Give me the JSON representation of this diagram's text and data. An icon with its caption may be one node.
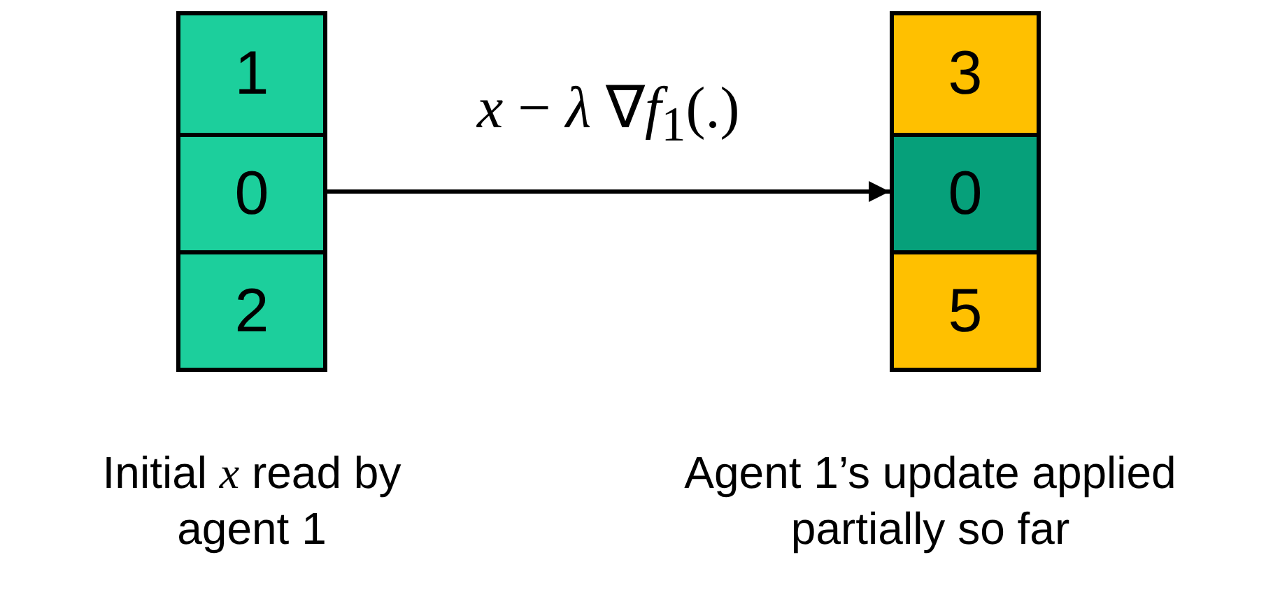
{
  "diagram": {
    "nodes": [
      {
        "text": [],
        "shape": "box",
        "beside": [
          "Initial *x* read by agent 1"
        ]
      },
      {
        "text": [
          "1"
        ],
        "in": 0
      },
      {
        "text": [
          "0"
        ],
        "in": 0
      },
      {
        "text": [
          "2"
        ],
        "in": 0
      },
      {
        "text": [],
        "shape": "box",
        "beside": [
          "Agent 1’s update applied partially so far"
        ]
      },
      {
        "text": [
          "3"
        ],
        "in": 4
      },
      {
        "text": [
          "0"
        ],
        "in": 4
      },
      {
        "text": [
          "5"
        ],
        "in": 4
      }
    ],
    "edges": [
      {
        "from": 0,
        "to": 4,
        "arrow": "to",
        "label": "*x* − *λ* ∇*f*$_{1}$(.)"
      }
    ]
  }
}
